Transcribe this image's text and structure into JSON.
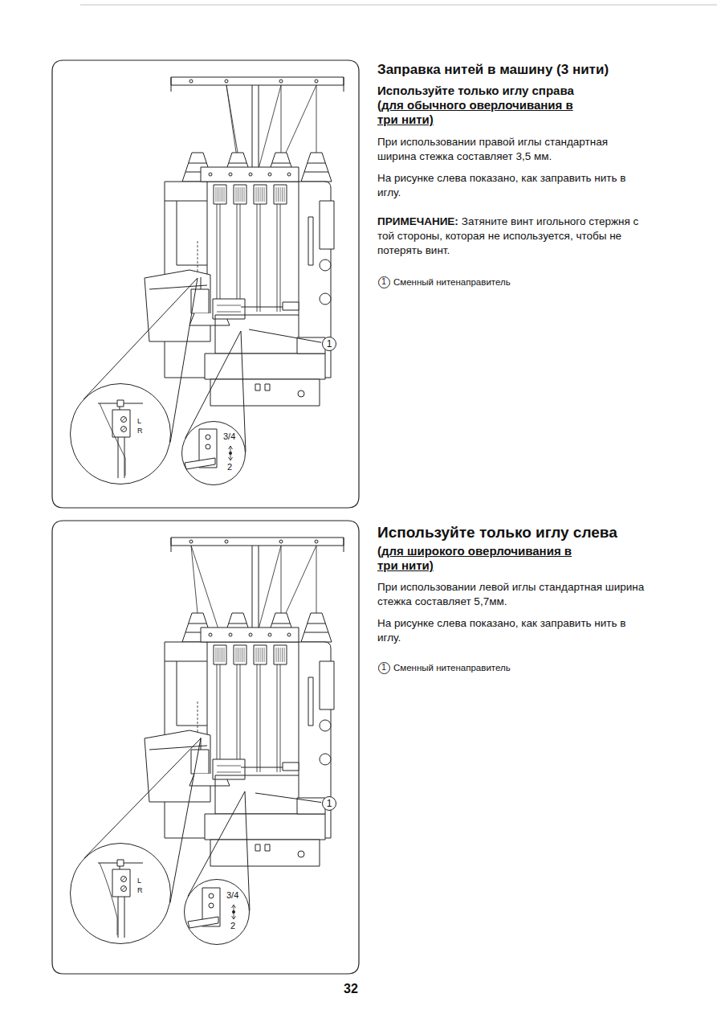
{
  "diagram": {
    "title": "Заправка нитей в машину (3 нити)",
    "nodes": [
      {
        "text": [
          "1"
        ]
      },
      {
        "text": [
          "L",
          "R"
        ]
      },
      {
        "text": [
          "3/4",
          "2"
        ]
      },
      {
        "text": [
          "1"
        ]
      },
      {
        "text": [
          "1"
        ]
      },
      {
        "text": [
          "L",
          "R"
        ]
      },
      {
        "text": [
          "3/4",
          "2"
        ]
      },
      {
        "text": [
          "1"
        ]
      }
    ],
    "labels": [
      "Используйте только иглу справа",
      "(для обычного оверлочивания в три нити)",
      "При использовании правой иглы стандартная ширина стежка составляет 3,5 мм.",
      "На рисунке слева показано, как заправить нить в иглу.",
      "ПРИМЕЧАНИЕ:",
      "Затяните винт игольного стержня с той стороны, которая не используется, чтобы не потерять винт.",
      "Сменный нитенаправитель",
      "Используйте только иглу слева",
      "(для широкого оверлочивания в три нити)",
      "При использовании левой иглы стандартная ширина стежка составляет 5,7мм.",
      "На рисунке слева показано, как заправить нить в иглу.",
      "Сменный нитенаправитель",
      "32"
    ]
  }
}
